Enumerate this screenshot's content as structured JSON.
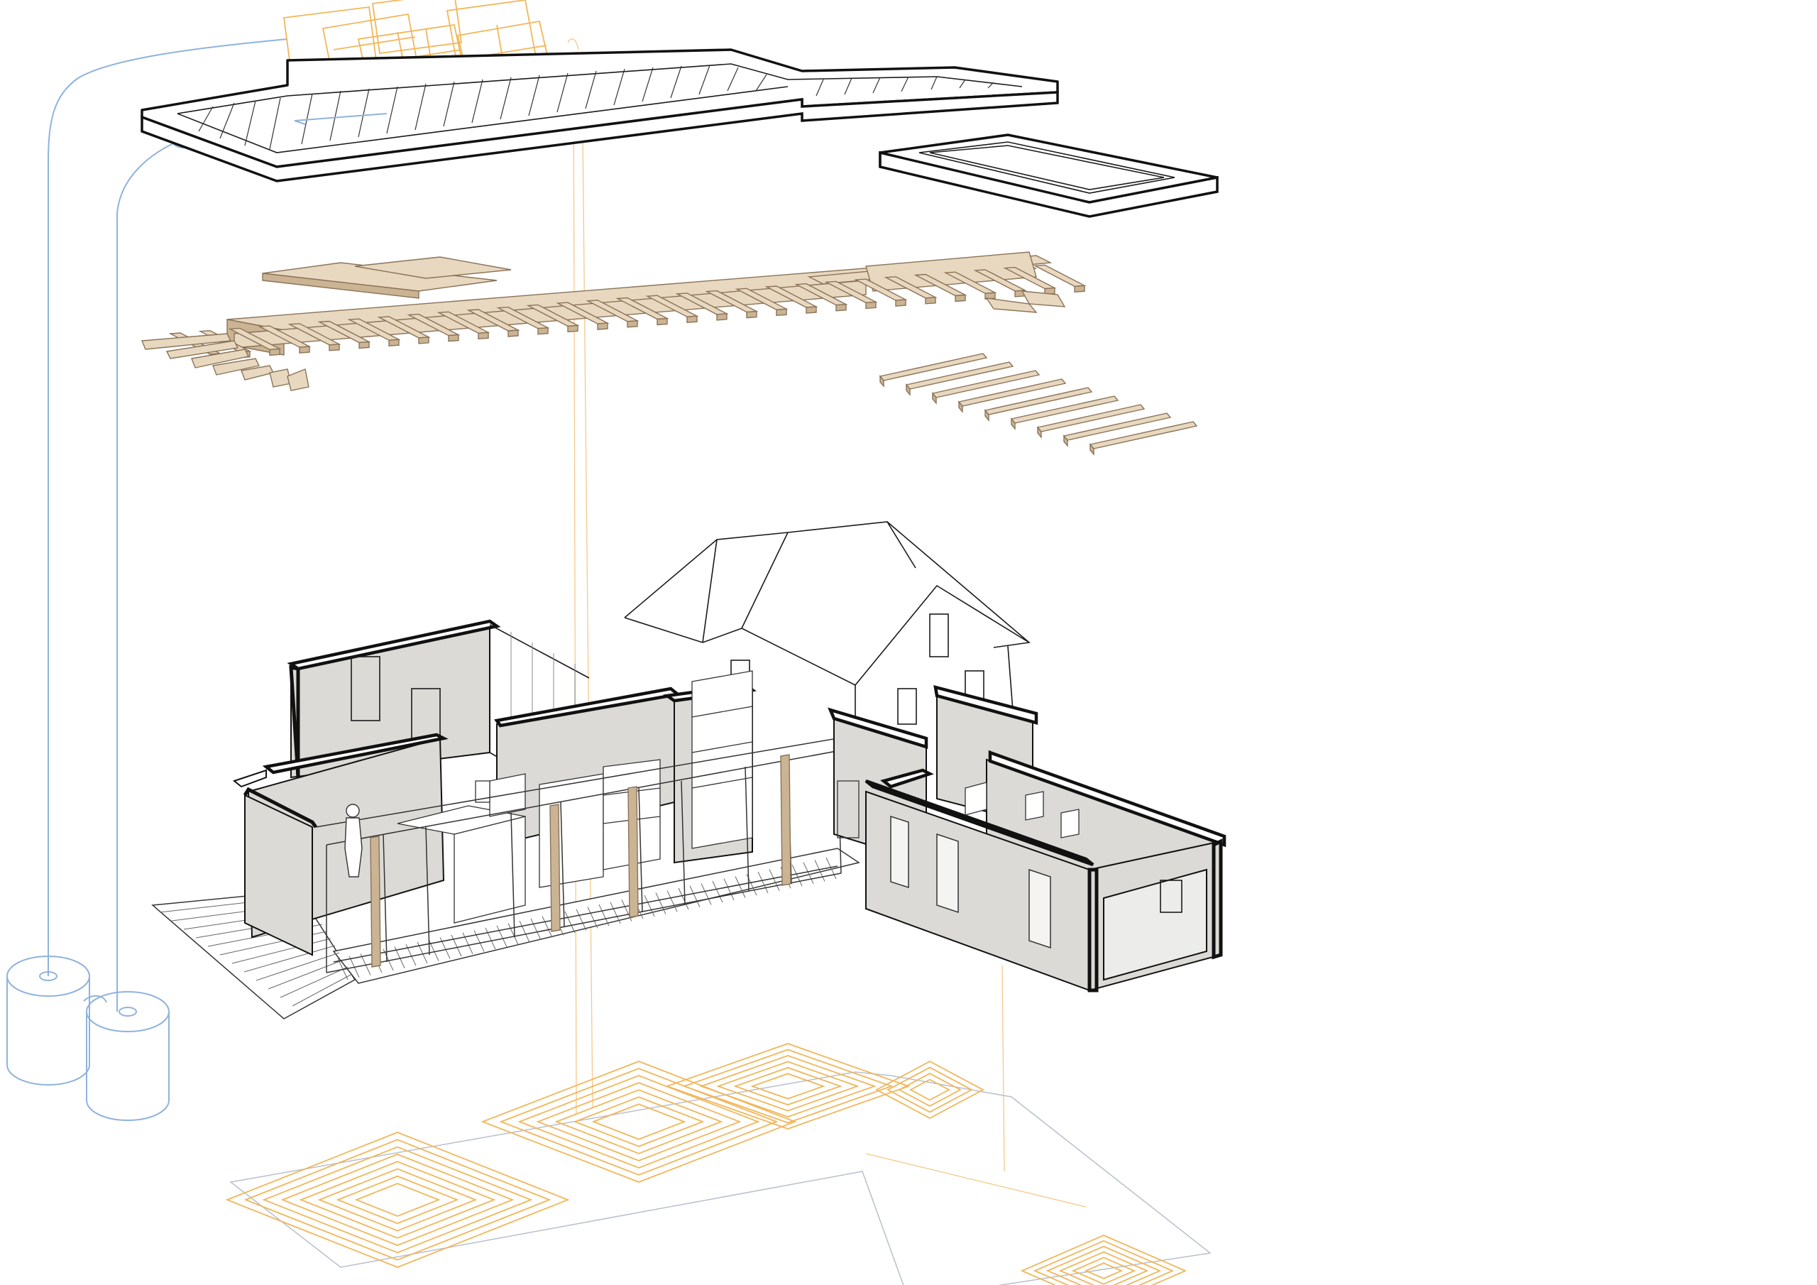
{
  "diagram": {
    "kind": "exploded-axonometric",
    "layers": [
      {
        "id": "solar-panels",
        "color": "#f2b65a"
      },
      {
        "id": "roof-slab",
        "color": "#111111"
      },
      {
        "id": "roof-slab-annex",
        "color": "#111111"
      },
      {
        "id": "timber-roof-structure",
        "color": "#e8d8bf"
      },
      {
        "id": "timber-joists-annex",
        "color": "#e8d8bf"
      },
      {
        "id": "ground-floor-walls",
        "color": "#dcdad6"
      },
      {
        "id": "existing-house-outline",
        "color": "#1a1a1a"
      },
      {
        "id": "underfloor-heating",
        "color": "#f2b65a"
      },
      {
        "id": "rainwater-tanks",
        "color": "#8fb3dd"
      }
    ],
    "colors": {
      "services_blue": "#8fb3dd",
      "energy_orange": "#f2b65a",
      "timber": "#e8d8bf",
      "wall_fill": "#dcdad6",
      "outline": "#111111"
    }
  }
}
